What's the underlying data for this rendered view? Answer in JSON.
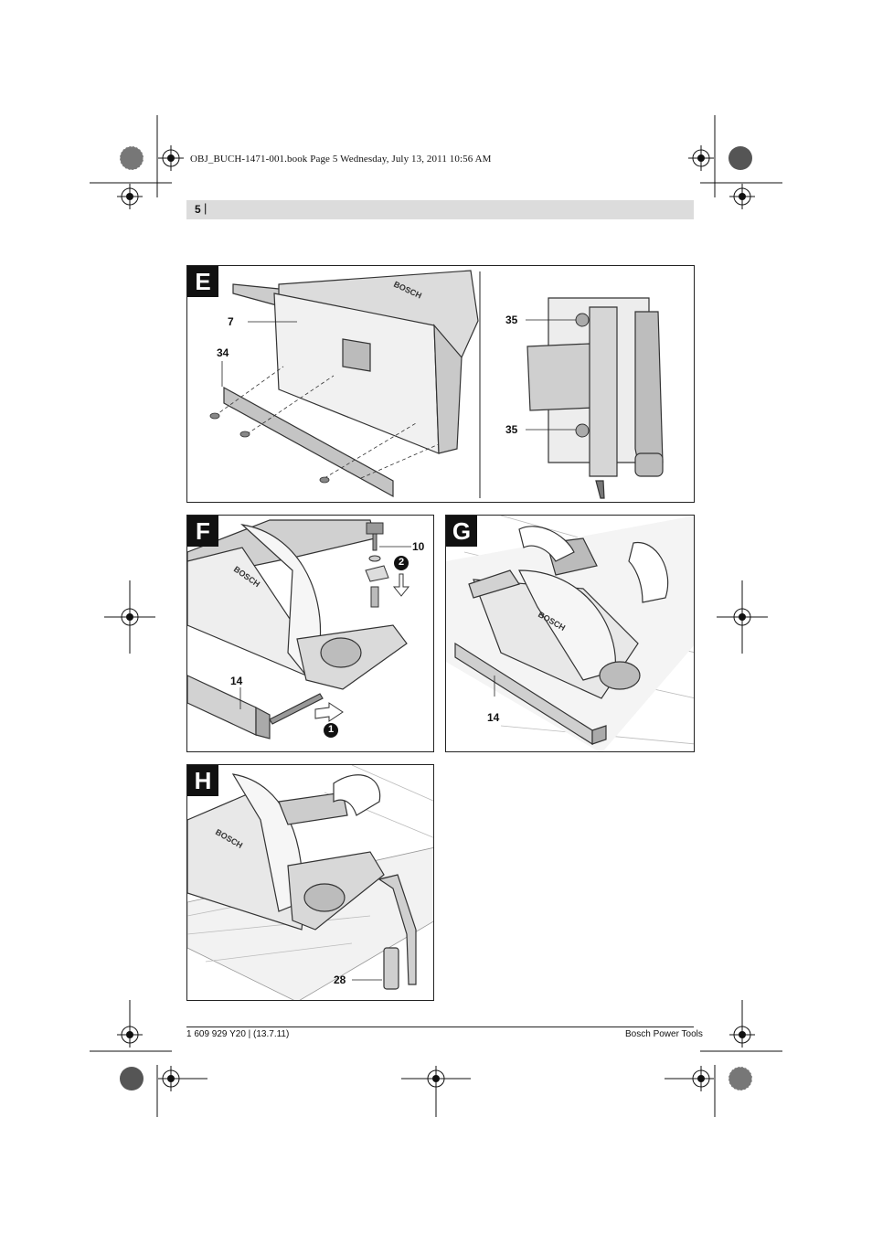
{
  "header": {
    "file_info": "OBJ_BUCH-1471-001.book  Page 5  Wednesday, July 13, 2011  10:56 AM",
    "page_number": "5",
    "separator": "|"
  },
  "figures": [
    {
      "id": "E",
      "label": "E",
      "callouts": [
        "7",
        "34",
        "35",
        "35"
      ]
    },
    {
      "id": "F",
      "label": "F",
      "callouts": [
        "10",
        "14"
      ],
      "steps": [
        "1",
        "2"
      ]
    },
    {
      "id": "G",
      "label": "G",
      "callouts": [
        "14"
      ]
    },
    {
      "id": "H",
      "label": "H",
      "callouts": [
        "28"
      ]
    }
  ],
  "brand_mark": "BOSCH",
  "footer": {
    "left": "1 609 929 Y20 | (13.7.11)",
    "right": "Bosch Power Tools"
  }
}
